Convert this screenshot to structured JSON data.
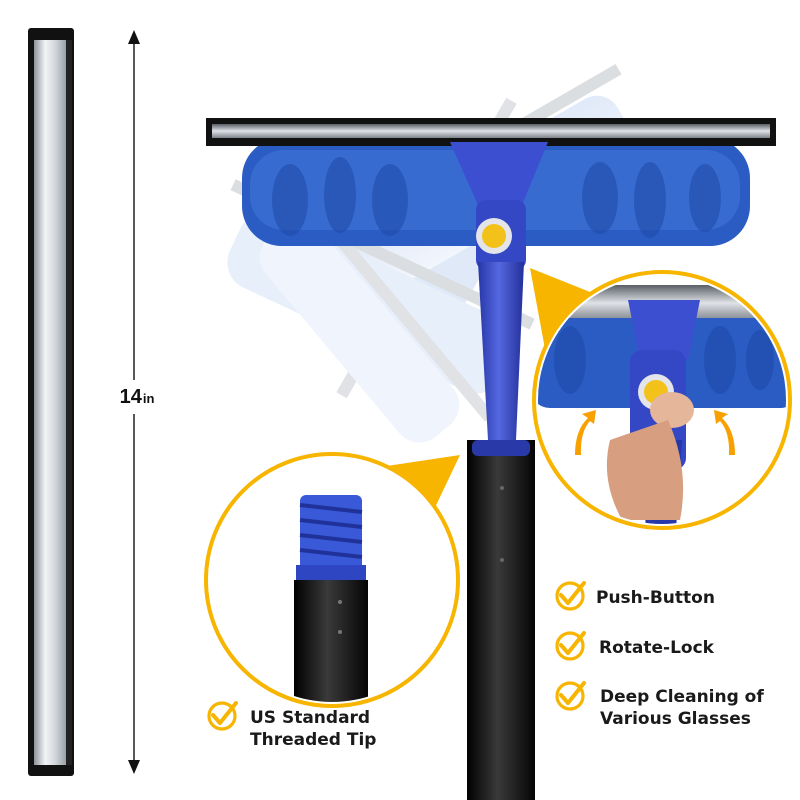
{
  "dimension": {
    "value": "14",
    "unit": "in"
  },
  "features": [
    {
      "label": "Push-Button"
    },
    {
      "label": "Rotate-Lock"
    },
    {
      "line1": "Deep Cleaning of",
      "line2": "Various Glasses"
    }
  ],
  "tip_callout": {
    "line1": "US Standard",
    "line2": "Threaded Tip"
  },
  "colors": {
    "accent_yellow": "#f7b500",
    "brand_blue": "#3f4fc6",
    "pole_black": "#111111",
    "blade_silver": "#c9cdd3"
  },
  "icons": [
    "check-circle-icon",
    "rotate-arrow-icon"
  ]
}
